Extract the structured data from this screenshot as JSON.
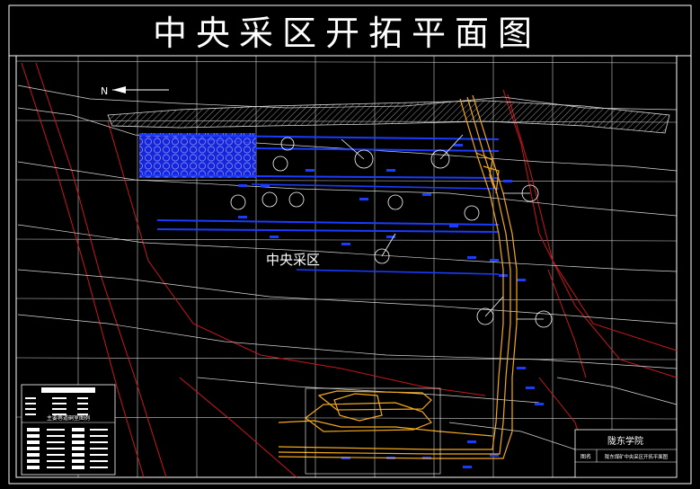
{
  "drawing": {
    "title": "中央采区开拓平面图",
    "area_label": "中央采区",
    "north_label": "N",
    "title_block": {
      "school": "陇东学院",
      "field_label": "图名",
      "drawing_name": "陇东煤矿中央采区开拓平面图"
    },
    "legend": {
      "caption": "主要巷道硐室图例"
    }
  },
  "colors": {
    "background": "#000000",
    "frame": "#ffffff",
    "grid": "#ffffff",
    "roadway_blue": "#1a3cff",
    "main_shaft_orange": "#f2a81e",
    "fault_red": "#c8181e",
    "contour_white": "#d8d8d8"
  }
}
